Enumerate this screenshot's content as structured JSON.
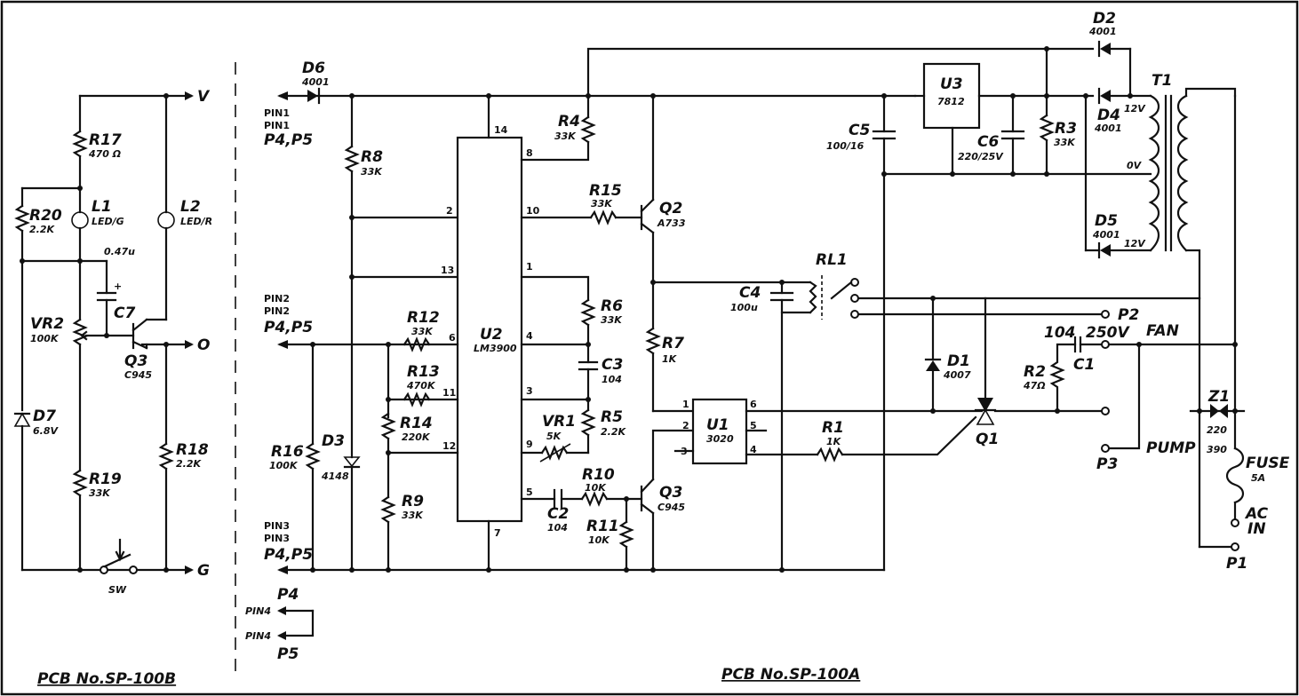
{
  "boards": {
    "left_title": "PCB  No.SP-100B",
    "right_title": "PCB  No.SP-100A"
  },
  "rails": {
    "v": "V",
    "o": "O",
    "g": "G"
  },
  "left": {
    "r17": {
      "ref": "R17",
      "val": "470 Ω"
    },
    "r20": {
      "ref": "R20",
      "val": "2.2K"
    },
    "l1": {
      "ref": "L1",
      "val": "LED/G"
    },
    "l2": {
      "ref": "L2",
      "val": "LED/R"
    },
    "cap_val": "0.47u",
    "c7": {
      "ref": "C7",
      "plus": "+"
    },
    "vr2": {
      "ref": "VR2",
      "val": "100K"
    },
    "q3": {
      "ref": "Q3",
      "val": "C945"
    },
    "d7": {
      "ref": "D7",
      "val": "6.8V"
    },
    "r19": {
      "ref": "R19",
      "val": "33K"
    },
    "r18": {
      "ref": "R18",
      "val": "2.2K"
    },
    "sw": "SW"
  },
  "pins": {
    "pin1a": "PIN1",
    "pin1b": "PIN1",
    "p1": "P4,P5",
    "pin2a": "PIN2",
    "pin2b": "PIN2",
    "p2": "P4,P5",
    "pin3a": "PIN3",
    "pin3b": "PIN3",
    "p3": "P4,P5",
    "p4": "P4",
    "p5": "P5",
    "pin4a": "PIN4",
    "pin4b": "PIN4"
  },
  "main": {
    "d6": {
      "ref": "D6",
      "val": "4001"
    },
    "r8": {
      "ref": "R8",
      "val": "33K"
    },
    "r4": {
      "ref": "R4",
      "val": "33K"
    },
    "r15": {
      "ref": "R15",
      "val": "33K"
    },
    "q2": {
      "ref": "Q2",
      "val": "A733"
    },
    "r6": {
      "ref": "R6",
      "val": "33K"
    },
    "c3": {
      "ref": "C3",
      "val": "104"
    },
    "r5": {
      "ref": "R5",
      "val": "2.2K"
    },
    "vr1": {
      "ref": "VR1",
      "val": "5K"
    },
    "r7": {
      "ref": "R7",
      "val": "1K"
    },
    "r10": {
      "ref": "R10",
      "val": "10K"
    },
    "r11": {
      "ref": "R11",
      "val": "10K"
    },
    "c2": {
      "ref": "C2",
      "val": "104"
    },
    "q3": {
      "ref": "Q3",
      "val": "C945"
    },
    "r12": {
      "ref": "R12",
      "val": "33K"
    },
    "r13": {
      "ref": "R13",
      "val": "470K"
    },
    "r14": {
      "ref": "R14",
      "val": "220K"
    },
    "r9": {
      "ref": "R9",
      "val": "33K"
    },
    "r16": {
      "ref": "R16",
      "val": "100K"
    },
    "d3": {
      "ref": "D3",
      "val": "4148"
    },
    "u2": {
      "ref": "U2",
      "val": "LM3900",
      "pins": [
        "14",
        "8",
        "2",
        "10",
        "13",
        "1",
        "6",
        "4",
        "11",
        "3",
        "12",
        "9",
        "5",
        "7"
      ]
    },
    "u1": {
      "ref": "U1",
      "val": "3020",
      "pins": [
        "1",
        "6",
        "2",
        "5",
        "3",
        "4"
      ]
    },
    "u3": {
      "ref": "U3",
      "val": "7812"
    },
    "c5": {
      "ref": "C5",
      "val": "100/16"
    },
    "c6": {
      "ref": "C6",
      "val": "220/25V"
    },
    "r3": {
      "ref": "R3",
      "val": "33K"
    },
    "d2": {
      "ref": "D2",
      "val": "4001"
    },
    "d4": {
      "ref": "D4",
      "val": "4001"
    },
    "d5": {
      "ref": "D5",
      "val": "4001"
    },
    "t1": {
      "ref": "T1",
      "v12a": "12V",
      "v0": "0V",
      "v12b": "12V"
    },
    "c4": {
      "ref": "C4",
      "val": "100u"
    },
    "rl1": {
      "ref": "RL1"
    },
    "d1": {
      "ref": "D1",
      "val": "4007"
    },
    "r1": {
      "ref": "R1",
      "val": "1K"
    },
    "q1": {
      "ref": "Q1"
    },
    "r2": {
      "ref": "R2",
      "val": "47Ω"
    },
    "c1": {
      "ref": "C1",
      "val": "104",
      "volt": "250V"
    },
    "z1": {
      "ref": "Z1",
      "val1": "220",
      "val2": "390"
    },
    "fuse": {
      "ref": "FUSE",
      "val": "5A"
    },
    "acin": {
      "a": "AC",
      "b": "IN"
    },
    "p1": "P1",
    "p2": "P2",
    "p3": "P3",
    "fan": "FAN",
    "pump": "PUMP"
  }
}
